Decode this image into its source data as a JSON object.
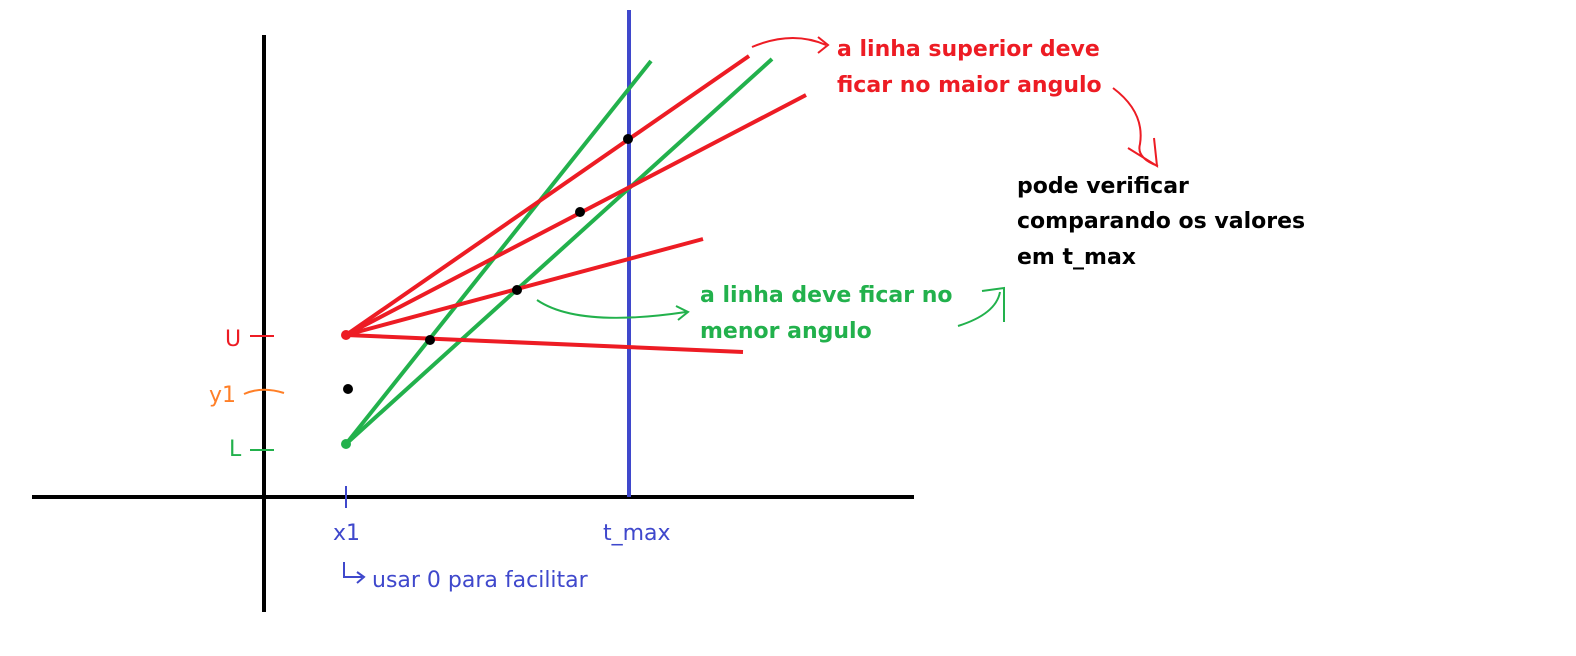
{
  "colors": {
    "axis": "#000000",
    "red": "#ed1c24",
    "green": "#22b14c",
    "blue": "#3f48cc",
    "orange": "#ff7f27",
    "point": "#000000"
  },
  "labels": {
    "U": "U",
    "y1": "y1",
    "L": "L",
    "x1": "x1",
    "t_max": "t_max",
    "x1_note": "usar 0 para facilitar"
  },
  "annotations": {
    "red_line1": "a linha superior deve",
    "red_line2": "ficar no maior angulo",
    "green_line1": "a linha deve ficar no",
    "green_line2": "menor angulo",
    "black_line1": "pode verificar",
    "black_line2": "comparando os valores",
    "black_line3": "em t_max"
  }
}
